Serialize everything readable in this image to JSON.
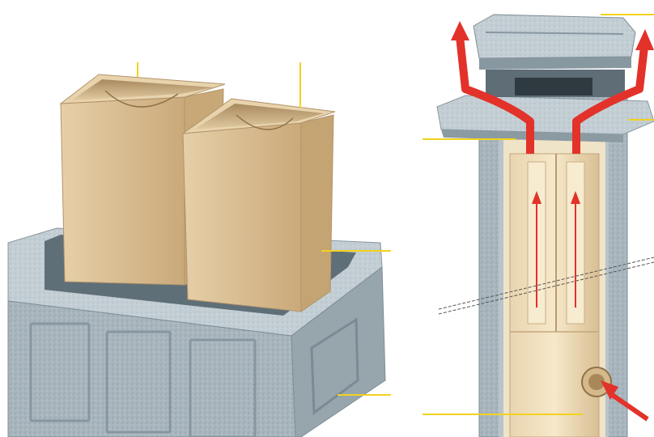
{
  "figure": {
    "left_panel": {
      "parts": [
        "ceramic-flue-liner-left",
        "ceramic-flue-liner-right",
        "concrete-outer-block"
      ],
      "leader_lines": 4
    },
    "right_panel": {
      "parts": [
        "chimney-cap",
        "cap-plate",
        "chimney-shell",
        "insulation-layer",
        "flue-liners",
        "inlet-connector",
        "rising-airflow-arrows",
        "exhaust-airflow-arrows",
        "inlet-airflow-arrow",
        "cut-line"
      ],
      "leader_lines": 4
    }
  },
  "colors": {
    "ceramic": "#dcc29a",
    "ceramic_dark": "#bfa275",
    "concrete": "#a7b4bc",
    "concrete_dark": "#7e8d96",
    "leader": "#f2d21f",
    "arrow": "#e2322a",
    "background": "#ffffff"
  }
}
